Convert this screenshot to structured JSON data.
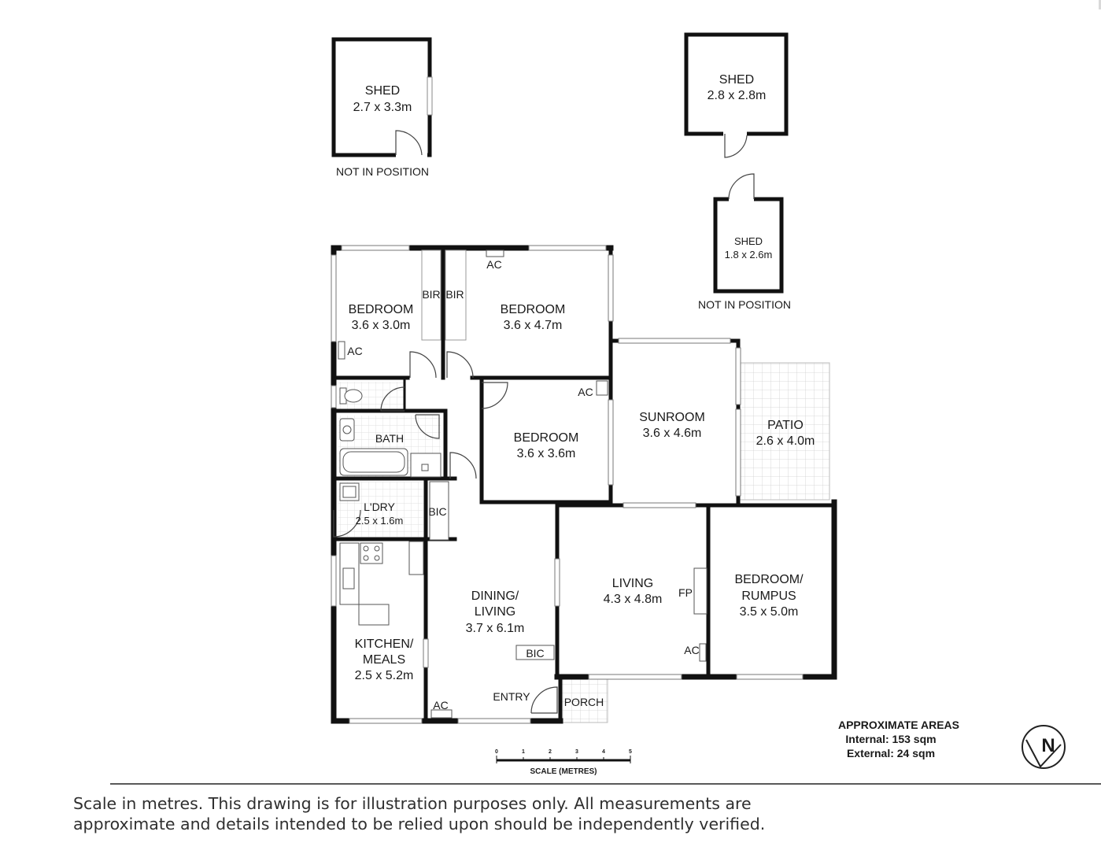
{
  "rooms": {
    "shed_1": {
      "name": "SHED",
      "size": "2.7 x 3.3m",
      "note": "NOT IN POSITION"
    },
    "shed_2": {
      "name": "SHED",
      "size": "2.8 x 2.8m"
    },
    "shed_3": {
      "name": "SHED",
      "size": "1.8 x 2.6m",
      "note": "NOT IN POSITION"
    },
    "bedroom_1": {
      "name": "BEDROOM",
      "size": "3.6 x 3.0m"
    },
    "bedroom_2": {
      "name": "BEDROOM",
      "size": "3.6 x 4.7m"
    },
    "bedroom_3": {
      "name": "BEDROOM",
      "size": "3.6 x 3.6m"
    },
    "sunroom": {
      "name": "SUNROOM",
      "size": "3.6 x 4.6m"
    },
    "patio": {
      "name": "PATIO",
      "size": "2.6 x 4.0m"
    },
    "bath": {
      "name": "BATH"
    },
    "laundry": {
      "name": "L'DRY",
      "size": "2.5 x 1.6m"
    },
    "kitchen": {
      "name_line1": "KITCHEN/",
      "name_line2": "MEALS",
      "size": "2.5 x 5.2m"
    },
    "dining": {
      "name_line1": "DINING/",
      "name_line2": "LIVING",
      "size": "3.7 x 6.1m"
    },
    "living": {
      "name": "LIVING",
      "size": "4.3 x 4.8m"
    },
    "rumpus": {
      "name_line1": "BEDROOM/",
      "name_line2": "RUMPUS",
      "size": "3.5 x 5.0m"
    },
    "entry": {
      "name": "ENTRY"
    },
    "porch": {
      "name": "PORCH"
    }
  },
  "fixtures": {
    "bir": "BIR",
    "bic": "BIC",
    "ac": "AC",
    "fp": "FP"
  },
  "areas": {
    "title": "APPROXIMATE AREAS",
    "internal": "Internal: 153 sqm",
    "external": "External: 24 sqm"
  },
  "scale": {
    "caption": "SCALE (METRES)",
    "ticks": [
      "0",
      "1",
      "2",
      "3",
      "4",
      "5"
    ]
  },
  "compass": {
    "letter": "N"
  },
  "disclaimer": {
    "line1": "Scale in metres. This drawing is for illustration purposes only. All measurements are",
    "line2": "approximate and details intended to be relied upon should be independently verified."
  }
}
